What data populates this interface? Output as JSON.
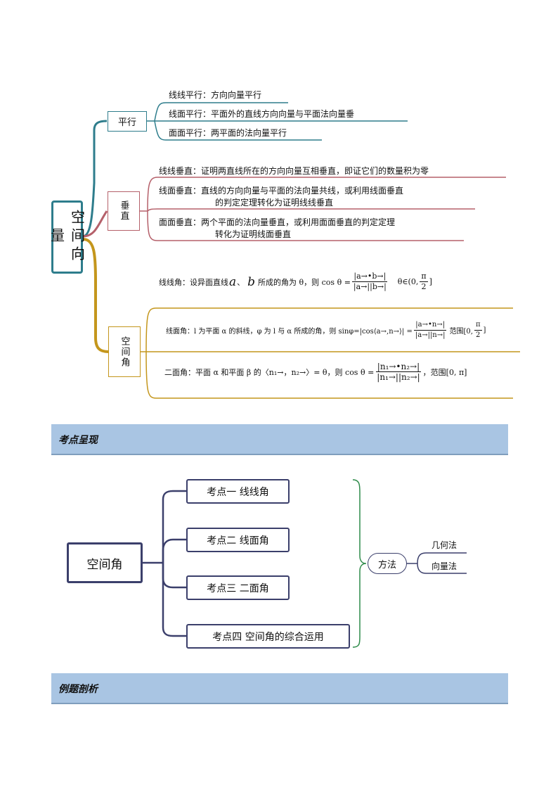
{
  "mindmap": {
    "root": "空间向量",
    "parallel": {
      "label": "平行",
      "items": [
        "线线平行：方向向量平行",
        "线面平行：平面外的直线方向向量与平面法向量垂",
        "面面平行：两平面的法向量平行"
      ]
    },
    "perpendicular": {
      "label": "垂直",
      "item1": "线线垂直：证明两直线所在的方向向量互相垂直，即证它们的数量积为零",
      "item2_line1": "线面垂直：直线的方向向量与平面的法向量共线，或利用线面垂直",
      "item2_line2": "的判定定理转化为证明线线垂直",
      "item3_line1": "面面垂直：两个平面的法向量垂直，或利用面面垂直的判定定理",
      "item3_line2": "转化为证明线面垂直"
    },
    "angle": {
      "label": "空间角",
      "line_line_prefix": "线线角：设异面直线",
      "line_line_a": "a",
      "line_line_sep": "、",
      "line_line_b": "b",
      "line_line_mid": "所成的角为 θ，则 cos θ =",
      "line_line_num": "|a→•b→|",
      "line_line_den": "|a→||b→|",
      "line_line_range": "θ∈(0,",
      "line_line_range_num": "π",
      "line_line_range_den": "2",
      "line_line_range_end": "]",
      "line_plane_prefix": "线面角：l 为平面 α 的斜线，φ 为 l 与 α 所成的角，则 sinφ=|cos⟨a→,n→⟩| =",
      "line_plane_num": "|a→•n→|",
      "line_plane_den": "|a→||n→|",
      "line_plane_range": "范围[0,",
      "line_plane_range_num": "π",
      "line_plane_range_den": "2",
      "line_plane_range_end": "]",
      "dihedral_prefix": "二面角：平面 α 和平面 β 的〈n₁→，n₂→〉= θ，则 cos θ =",
      "dihedral_num": "|n₁→•n₂→|",
      "dihedral_den": "|n₁→||n₂→|",
      "dihedral_range": "，范围[0, π]"
    }
  },
  "section1": {
    "title": "考点呈现"
  },
  "concept_map": {
    "root": "空间角",
    "points": [
      "考点一  线线角",
      "考点二  线面角",
      "考点三  二面角",
      "考点四  空间角的综合运用"
    ],
    "method": "方法",
    "methods": [
      "几何法",
      "向量法"
    ]
  },
  "section2": {
    "title": "例题剖析"
  },
  "colors": {
    "teal": "#2e7d8c",
    "rose": "#b5606a",
    "gold": "#c4961c",
    "navy": "#3b3f6b",
    "banner": "#a9c5e3",
    "brace": "#2e8b4a"
  }
}
